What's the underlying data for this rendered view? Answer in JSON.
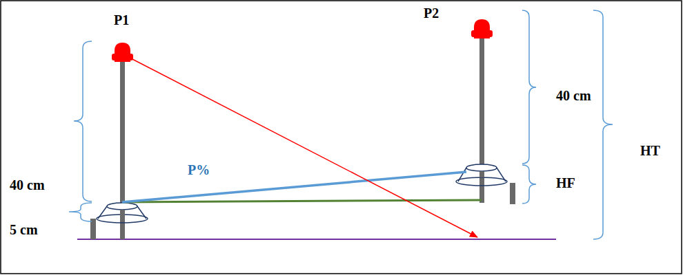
{
  "diagram": {
    "labels": [
      "P1",
      "P2",
      "40 cm",
      "P%",
      "5 cm",
      "40 cm",
      "HT",
      "HF"
    ]
  }
}
